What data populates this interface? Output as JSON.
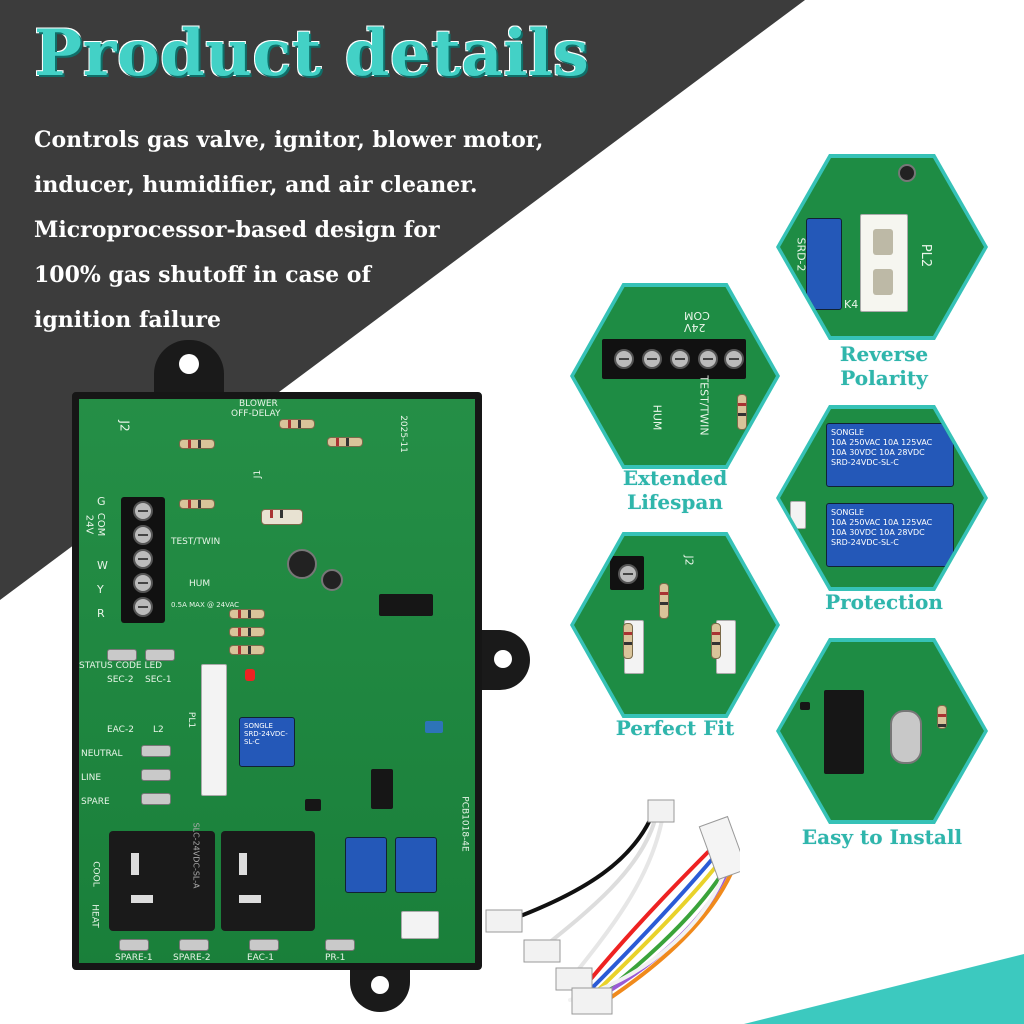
{
  "title": "Product details",
  "description_lines": [
    "Controls gas valve, ignitor, blower motor,",
    "inducer, humidifier, and air cleaner.",
    "Microprocessor-based design for",
    "100% gas shutoff in case of",
    "ignition failure"
  ],
  "features": [
    {
      "label_lines": [
        "Reverse",
        "Polarity"
      ]
    },
    {
      "label_lines": [
        "Extended",
        "Lifespan"
      ]
    },
    {
      "label_lines": [
        "Protection"
      ]
    },
    {
      "label_lines": [
        "Perfect Fit"
      ]
    },
    {
      "label_lines": [
        "Easy to Install"
      ]
    }
  ],
  "board_silk": {
    "blower": "BLOWER",
    "off_delay": "OFF-DELAY",
    "j2": "J2",
    "j1": "J1",
    "date": "2025-11",
    "g": "G",
    "com": "COM",
    "v24": "24V",
    "w": "W",
    "y": "Y",
    "r": "R",
    "test_twin": "TEST/TWIN",
    "hum": "HUM",
    "rating": "0.5A MAX @ 24VAC",
    "status_code_led": "STATUS CODE LED",
    "sec2": "SEC-2",
    "sec1": "SEC-1",
    "eac2": "EAC-2",
    "l2": "L2",
    "pl1": "PL1",
    "neutral": "NEUTRAL",
    "line": "LINE",
    "spare": "SPARE",
    "cool": "COOL",
    "heat": "HEAT",
    "spare1": "SPARE-1",
    "spare2": "SPARE-2",
    "eac1": "EAC-1",
    "pr1": "PR-1",
    "pcb": "PCB1018-4E",
    "relay_brand": "SONGLE",
    "relay_model": "SRD-24VDC-SL-C",
    "relay_rating1": "10A 250VAC 10A 125VAC",
    "relay_rating2": "10A 30VDC 10A 28VDC",
    "black_relay_model": "SLC-24VDC-SL-A",
    "pl2": "PL2",
    "k4": "K4",
    "srd2": "SRD-2"
  },
  "colors": {
    "teal": "#43d1c6",
    "dark_band": "#3c3c3c",
    "pcb_green": "#1c8a3f",
    "label_teal": "#2fb6ab"
  }
}
